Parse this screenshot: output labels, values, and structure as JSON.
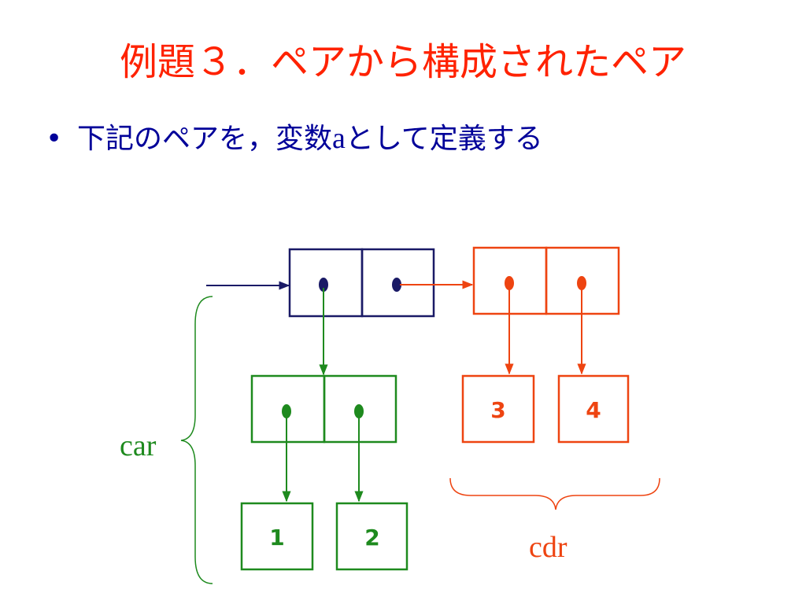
{
  "slide": {
    "title": "例題３．ペアから構成されたペア",
    "bullet": "•",
    "text_before": "下記のペアを，変数",
    "var_name": "a",
    "text_after": "として定義する"
  },
  "diagram": {
    "values": [
      "1",
      "2",
      "3",
      "4"
    ],
    "car_label": "car",
    "cdr_label": "cdr"
  },
  "colors": {
    "title": "#ff2200",
    "text": "#000099",
    "navy": "#1a1a66",
    "green": "#1e8a1e",
    "red": "#ee4411"
  }
}
